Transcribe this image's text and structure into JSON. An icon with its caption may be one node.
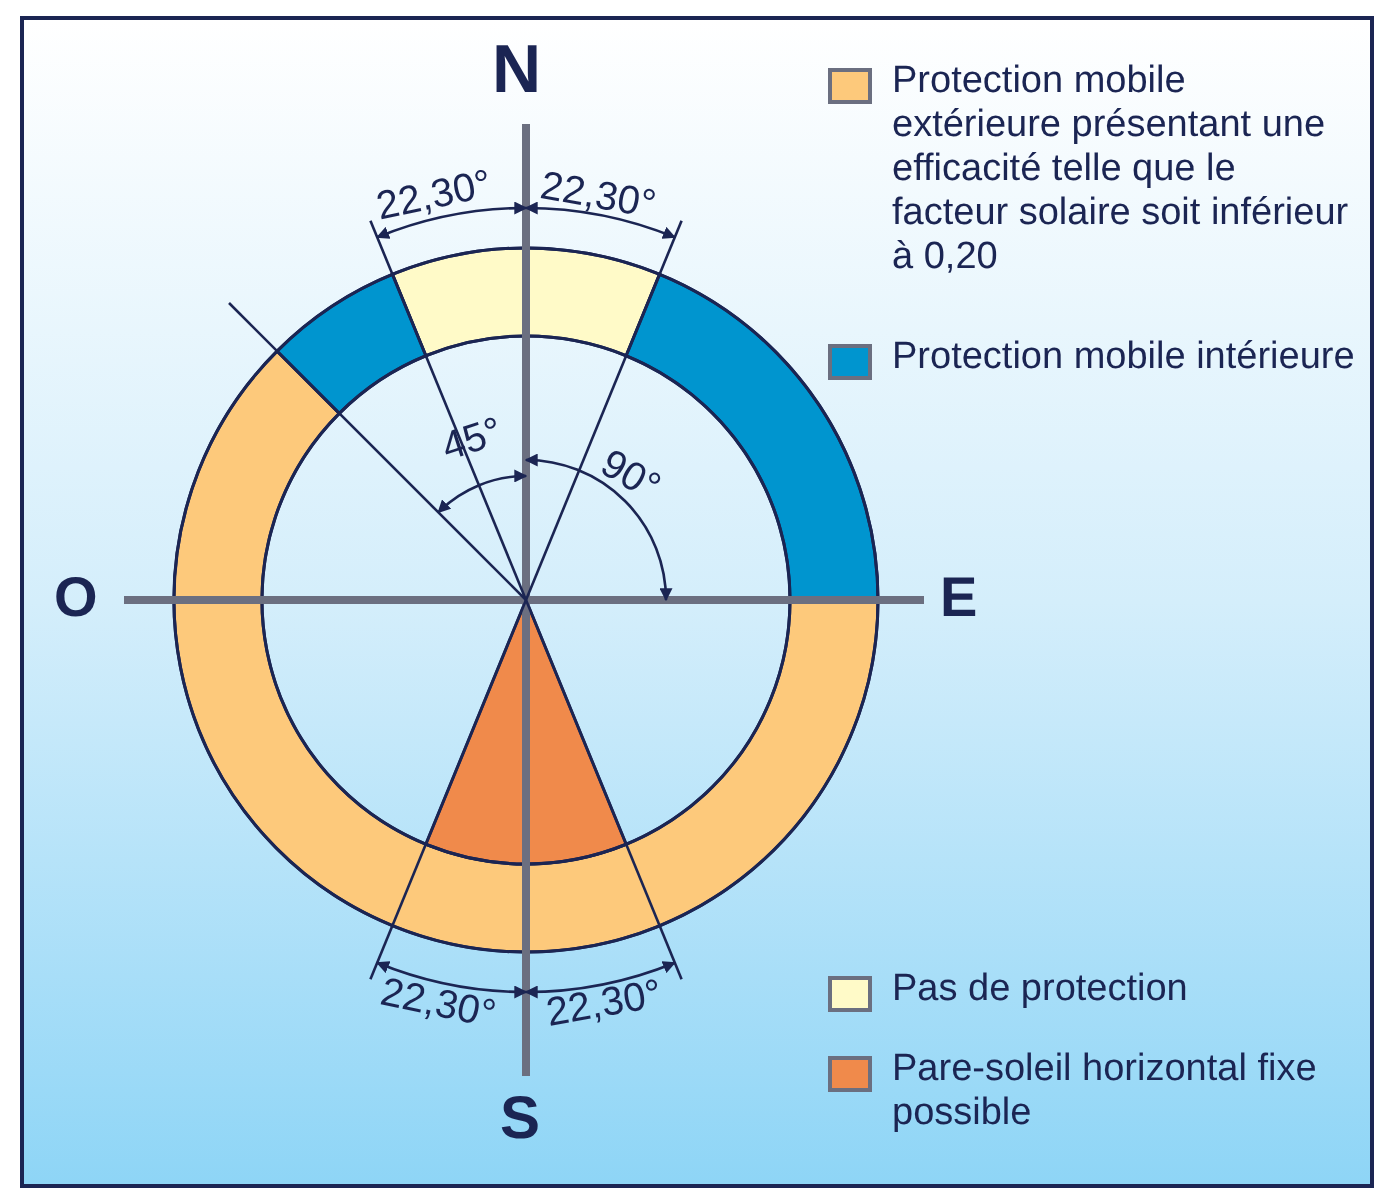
{
  "diagram": {
    "labels": [
      "N",
      "22,30°",
      "22,30°",
      "45°",
      "90°",
      "O",
      "E",
      "22,30°",
      "22,30°",
      "S"
    ],
    "legend": [
      {
        "text": "Protection mobile extérieure présentant une efficacité telle que le facteur solaire soit inférieur à 0,20",
        "color": "#fdc97b"
      },
      {
        "text": "Protection mobile intérieure",
        "color": "#0095cf"
      },
      {
        "text": "Pas de protection",
        "color": "#fffac8"
      },
      {
        "text": "Pare-soleil horizontal fixe possible",
        "color": "#f08a4b"
      }
    ]
  }
}
